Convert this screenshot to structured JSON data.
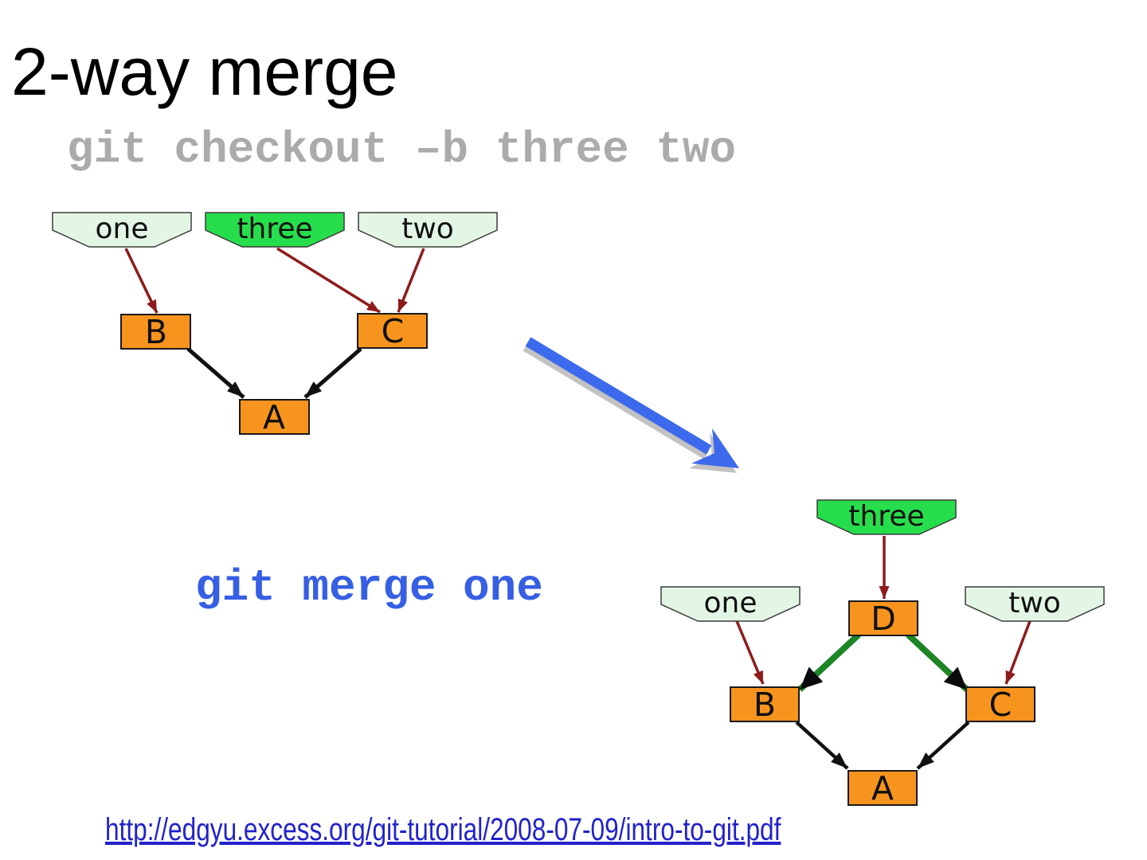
{
  "slide": {
    "title": "2-way merge",
    "checkout_command": "git checkout –b three two",
    "merge_command": "git merge one",
    "source_url": "http://edgyu.excess.org/git-tutorial/2008-07-09/intro-to-git.pdf"
  },
  "colors": {
    "commit_box": "#f7941e",
    "commit_box_border": "#1a1a1a",
    "branch_label": "#e3f6e5",
    "active_branch_label": "#26de4b",
    "branch_label_border": "#3b3b3b",
    "branch_arrow": "#8e1b1b",
    "commit_arrow": "#111111",
    "merge_arrow": "#1e8527",
    "transition_arrow": "#3d6aec",
    "transition_arrow_shadow": "#c2c2c2",
    "checkout_text": "#ababab",
    "merge_text": "#375fe3",
    "url_text": "#2222cc"
  },
  "diagram_before": {
    "description": "state after git checkout -b three two",
    "branches": [
      {
        "label": "one",
        "points_to": "B",
        "active": false
      },
      {
        "label": "three",
        "points_to": "C",
        "active": true
      },
      {
        "label": "two",
        "points_to": "C",
        "active": false
      }
    ],
    "commits": [
      {
        "id": "B",
        "parents": [
          "A"
        ]
      },
      {
        "id": "C",
        "parents": [
          "A"
        ]
      },
      {
        "id": "A",
        "parents": []
      }
    ]
  },
  "diagram_after": {
    "description": "state after git merge one",
    "branches": [
      {
        "label": "three",
        "points_to": "D",
        "active": true
      },
      {
        "label": "one",
        "points_to": "B",
        "active": false
      },
      {
        "label": "two",
        "points_to": "C",
        "active": false
      }
    ],
    "commits": [
      {
        "id": "D",
        "parents": [
          "B",
          "C"
        ],
        "merge": true
      },
      {
        "id": "B",
        "parents": [
          "A"
        ]
      },
      {
        "id": "C",
        "parents": [
          "A"
        ]
      },
      {
        "id": "A",
        "parents": []
      }
    ]
  }
}
